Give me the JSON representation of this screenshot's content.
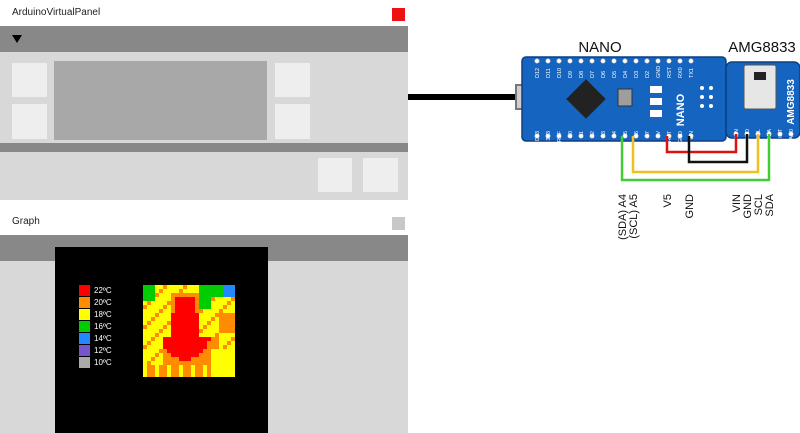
{
  "panel1": {
    "title": "ArduinoVirtualPanel",
    "led_color": "#ee1111"
  },
  "panel2": {
    "title": "Graph",
    "led_color": "#c8c8c8",
    "legend": [
      {
        "label": "22ºC",
        "color": "#ff0000"
      },
      {
        "label": "20ºC",
        "color": "#ff8c00"
      },
      {
        "label": "18ºC",
        "color": "#ffff00"
      },
      {
        "label": "16ºC",
        "color": "#00cc00"
      },
      {
        "label": "14ºC",
        "color": "#2288ff"
      },
      {
        "label": "12ºC",
        "color": "#7755cc"
      },
      {
        "label": "10ºC",
        "color": "#aaaaaa"
      }
    ]
  },
  "diagram": {
    "nano_title": "NANO",
    "sensor_title": "AMG8833",
    "nano_label": "NANO",
    "sensor_label": "AMG8833",
    "nano_top_pins": [
      "D12",
      "D11",
      "D10",
      "D9",
      "D8",
      "D7",
      "D6",
      "D5",
      "D4",
      "D3",
      "D2",
      "GND",
      "RST",
      "RX0",
      "TX1"
    ],
    "nano_bottom_pins": [
      "D13",
      "3V3",
      "REF",
      "A0",
      "A1",
      "A2",
      "A3",
      "A4",
      "A5",
      "A6",
      "A7",
      "5V",
      "RST",
      "GND",
      "VIN"
    ],
    "sensor_pins": [
      "VIN",
      "GND",
      "SCL",
      "SDA",
      "INT",
      "AD0"
    ],
    "wire_labels_left": [
      "(SDA) A4",
      "(SCL) A5",
      "V5",
      "GND"
    ],
    "wire_labels_right": [
      "VIN",
      "GND",
      "SCL",
      "SDA"
    ],
    "wire_colors": {
      "sda": "#44cc33",
      "scl": "#f0c020",
      "vcc": "#dd1111",
      "gnd": "#111111"
    },
    "board_color": "#1565c0"
  }
}
